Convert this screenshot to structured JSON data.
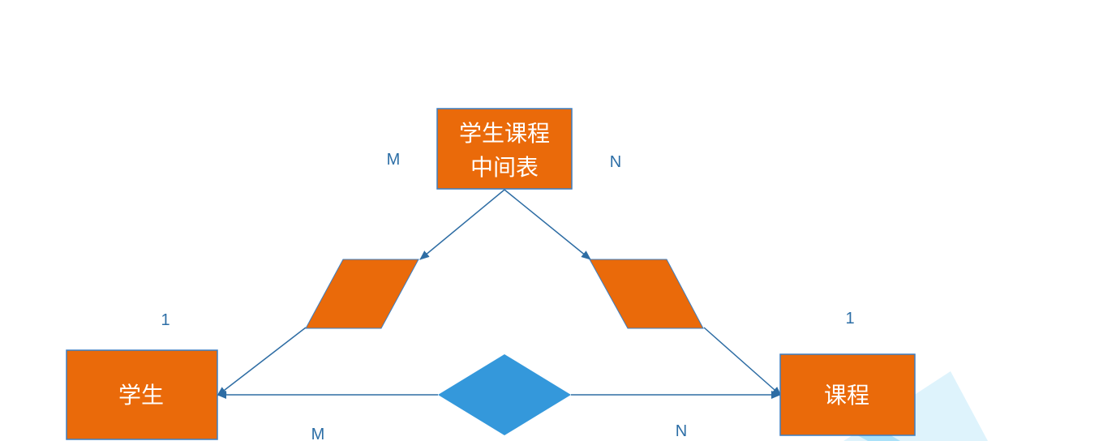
{
  "diagram": {
    "entities": {
      "junction_line1": "学生课程",
      "junction_line2": "中间表",
      "student": "学生",
      "course": "课程"
    },
    "cardinalities": {
      "junction_left": "M",
      "junction_right": "N",
      "student_top": "1",
      "course_top": "1",
      "relation_left": "M",
      "relation_right": "N"
    },
    "colors": {
      "entity_fill": "#ea6a0a",
      "entity_stroke": "#3b7fc4",
      "relationship_fill": "#3498db",
      "connector": "#2e6da4",
      "label": "#2c6ea6",
      "watermark": "#28b4f0"
    }
  }
}
